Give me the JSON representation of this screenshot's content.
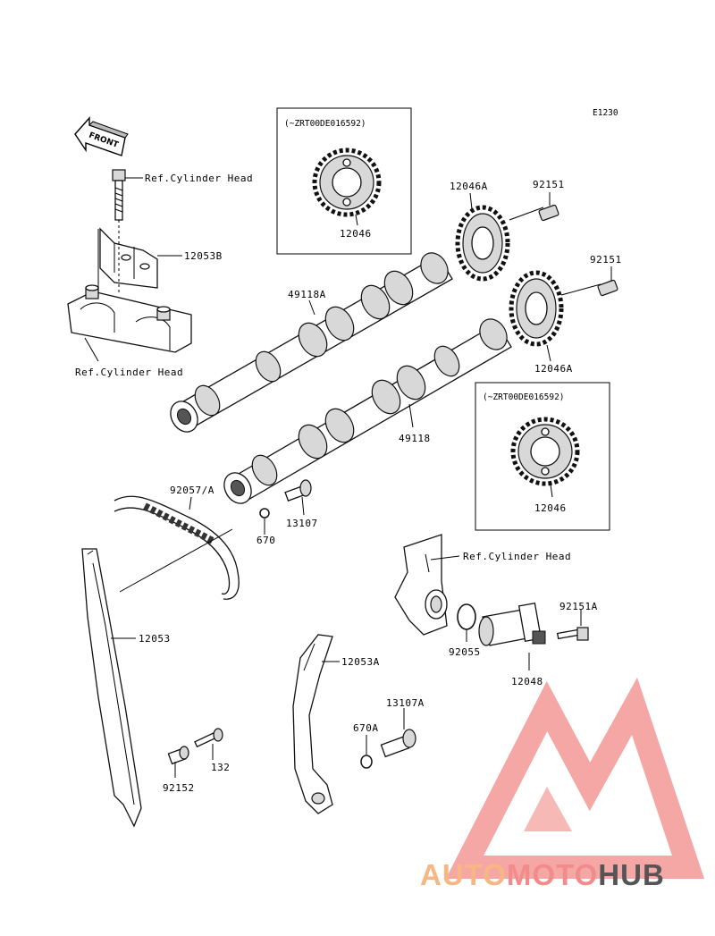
{
  "diagram": {
    "ref_code": "E1230",
    "front_label": "FRONT",
    "labels": {
      "ref_head_top": "Ref.Cylinder Head",
      "ref_head_left": "Ref.Cylinder Head",
      "ref_head_right": "Ref.Cylinder Head",
      "p12053B": "12053B",
      "p49118A": "49118A",
      "p49118": "49118",
      "p12046A_top": "12046A",
      "p12046A_low": "12046A",
      "p92151_top": "92151",
      "p92151_low": "92151",
      "p12046_box1": "12046",
      "p12046_box2": "12046",
      "p92057A": "92057/A",
      "p13107": "13107",
      "p670": "670",
      "p12053": "12053",
      "p12053A": "12053A",
      "p92151A": "92151A",
      "p92055": "92055",
      "p12048": "12048",
      "p13107A": "13107A",
      "p670A": "670A",
      "p132": "132",
      "p92152": "92152"
    },
    "serial_boxes": [
      {
        "caption": "(~ZRT00DE016592)"
      },
      {
        "caption": "(~ZRT00DE016592)"
      }
    ]
  },
  "watermark": {
    "part1": "AUTO",
    "part2": "MOTO",
    "part3": "HUB",
    "color1": "#f6b785",
    "color2": "#f28c8c",
    "color3": "#555555",
    "logo_color": "#f08a85"
  }
}
